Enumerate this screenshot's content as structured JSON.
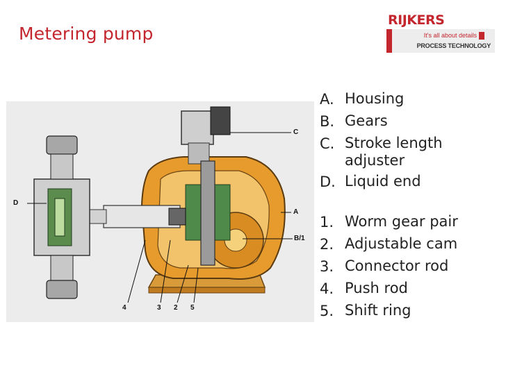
{
  "slide": {
    "title": "Metering pump"
  },
  "logo": {
    "brand": "RIJKERS",
    "tagline": "It's all about details",
    "subtitle": "PROCESS TECHNOLOGY",
    "accent_color": "#c4262e"
  },
  "diagram": {
    "callouts": {
      "c": "C",
      "a": "A",
      "b1": "B/1",
      "d": "D",
      "n4": "4",
      "n3": "3",
      "n2": "2",
      "n5": "5"
    }
  },
  "legend": {
    "letters": [
      {
        "marker": "A.",
        "label": "Housing"
      },
      {
        "marker": "B.",
        "label": "Gears"
      },
      {
        "marker": "C.",
        "label": "Stroke length adjuster"
      },
      {
        "marker": "D.",
        "label": "Liquid end"
      }
    ],
    "numbers": [
      {
        "marker": "1.",
        "label": "Worm gear pair"
      },
      {
        "marker": "2.",
        "label": "Adjustable cam"
      },
      {
        "marker": "3.",
        "label": "Connector rod"
      },
      {
        "marker": "4.",
        "label": "Push rod"
      },
      {
        "marker": "5.",
        "label": "Shift ring"
      }
    ]
  }
}
